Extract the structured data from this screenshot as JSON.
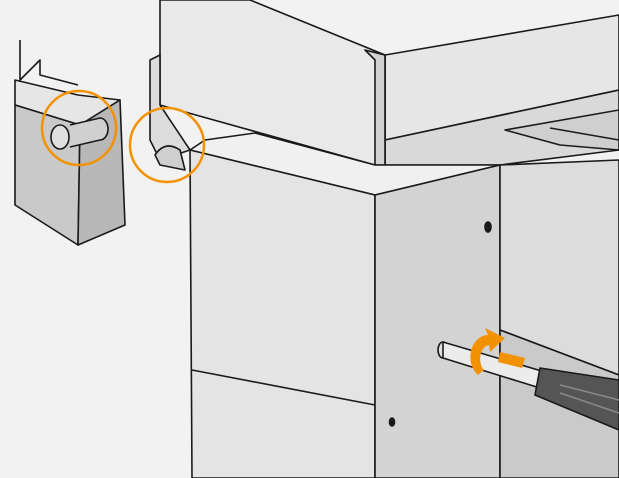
{
  "illustration": {
    "subject": "bracket-and-screwdriver-assembly",
    "colors": {
      "background": "#f2f2f2",
      "surface_light": "#e8e8e8",
      "surface_mid": "#d6d6d6",
      "surface_dark": "#bdbdbd",
      "outline": "#1a1a1a",
      "highlight": "#f39200"
    },
    "callouts": [
      {
        "name": "pin-highlight-circle"
      },
      {
        "name": "slot-highlight-circle"
      }
    ],
    "icons": [
      "rotate-arrow-icon",
      "screwdriver-icon"
    ]
  }
}
